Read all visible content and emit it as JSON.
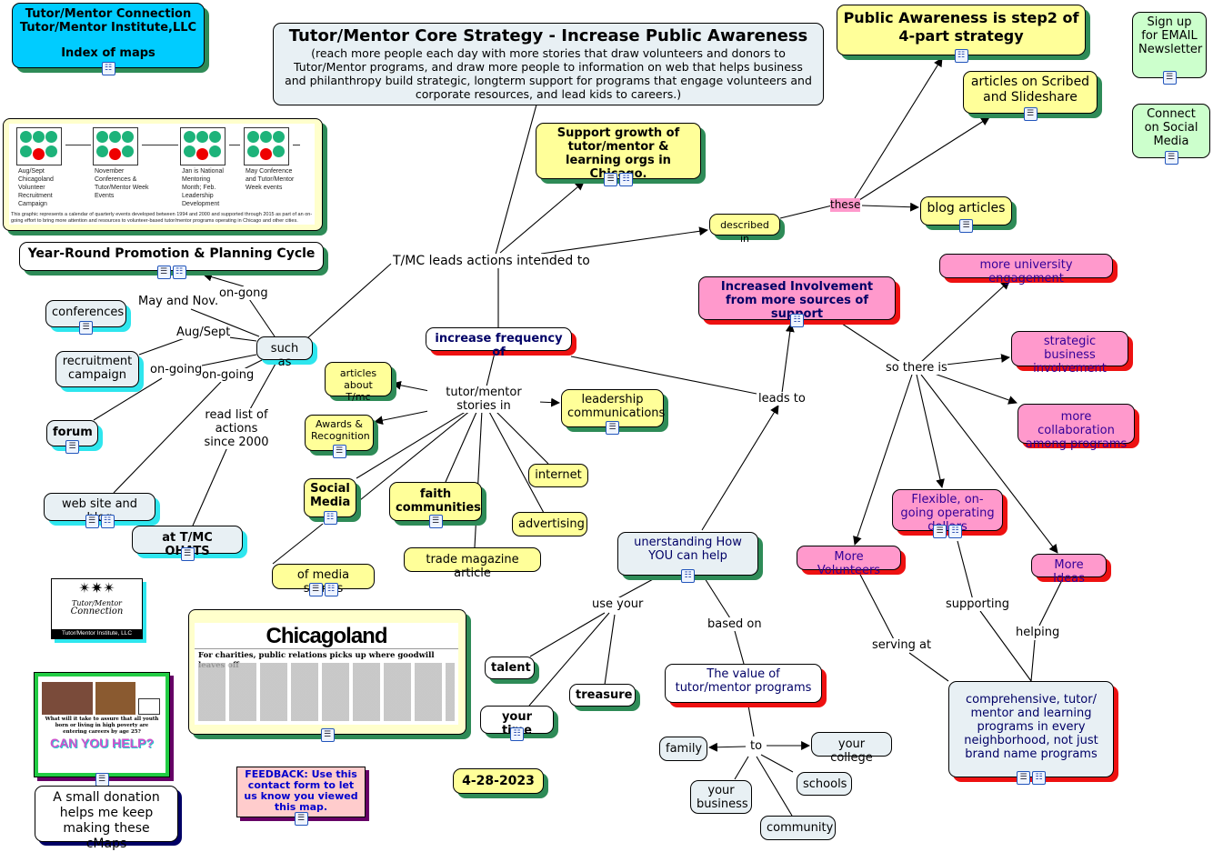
{
  "title_node": {
    "heading": "Tutor/Mentor Core Strategy - Increase Public Awareness",
    "subtitle": "(reach more people each day with more stories that draw volunteers and donors to Tutor/Mentor programs, and draw more people to information on web that helps business and philanthropy build strategic, longterm support for programs that engage volunteers and corporate resources, and lead kids to careers.)"
  },
  "index_node": {
    "line1": "Tutor/Mentor Connection",
    "line2": "Tutor/Mentor Institute,LLC",
    "line3": "Index of maps"
  },
  "cycle_graphic": {
    "steps": [
      "Aug/Sept Chicagoland Volunteer Recruitment Campaign",
      "November Conferences & Tutor/Mentor Week Events",
      "Jan is National Mentoring Month; Feb. Leadership Development",
      "May Conference and Tutor/Mentor Week events"
    ],
    "note": "This graphic represents a calendar of quarterly events developed between 1994 and 2000 and supported through 2015 as part of an on-going effort to bring more attention and resources to volunteer-based tutor/mentor programs operating in Chicago and other cities."
  },
  "nodes": {
    "year_round": "Year-Round Promotion & Planning Cycle",
    "conferences": "conferences",
    "recruitment": "recruitment campaign",
    "forum": "forum",
    "web_site": "web site and blog",
    "ohats": "at T/MC OHATS",
    "such_as": "such as",
    "support_growth": "Support growth of tutor/mentor & learning orgs in Chicago.",
    "described_in": "described in",
    "public_awareness": "Public Awareness is step2 of 4-part strategy",
    "scribed": "articles on Scribed and Slideshare",
    "blog_articles": "blog articles",
    "newsletter": "Sign up for EMAIL Newsletter",
    "social_connect": "Connect on Social Media",
    "increase_freq": "increase frequency of",
    "articles_about": "articles about T/mc",
    "awards": "Awards & Recognition",
    "social_media": "Social Media",
    "faith": "faith communities",
    "trade": "trade magazine article",
    "media_stories": "of media stories",
    "leadership": "leadership communications",
    "internet": "internet",
    "advertising": "advertising",
    "increased_involvement": "Increased Involvement from more sources of support",
    "university": "more university engagement",
    "strategic_business": "strategic business involvement",
    "collaboration": "more collaboration among programs",
    "flexible": "Flexible, on-going operating dollars",
    "volunteers": "More Volunteers",
    "ideas": "More Ideas",
    "comprehensive": "comprehensive, tutor/ mentor and learning programs in every neighborhood, not just brand name programs",
    "understanding": "unerstanding How YOU can help",
    "talent": "talent",
    "your_time": "your time",
    "treasure": "treasure",
    "value": "The value of tutor/mentor programs",
    "family": "family",
    "your_college": "your college",
    "schools": "schools",
    "your_business": "your business",
    "community": "community",
    "date": "4-28-2023",
    "feedback": "FEEDBACK: Use this contact form to let us know you viewed this map.",
    "donation": "A small donation helps me keep making these cMaps"
  },
  "link_labels": {
    "tmc_leads": "T/MC leads actions intended to",
    "these": "these",
    "on_gong": "on-gong",
    "may_nov": "May and Nov.",
    "aug_sept": "Aug/Sept",
    "on_going_1": "on-going",
    "on_going_2": "on-going",
    "read_list": "read list of actions since 2000",
    "stories_in": "tutor/mentor stories in",
    "leads_to": "leads to",
    "so_there_is": "so there is",
    "use_your": "use your",
    "based_on": "based on",
    "to": "to",
    "serving_at": "serving at",
    "supporting": "supporting",
    "helping": "helping"
  },
  "images": {
    "logo_line1": "Tutor/Mentor",
    "logo_line2": "Connection",
    "logo_footer": "Tutor/Mentor Institute, LLC",
    "newspaper_masthead": "Chicagoland",
    "newspaper_headline": "For charities, public relations picks up where goodwill leaves off",
    "poster_question": "What will it take to assure that all youth born or living in high poverty are entering careers by age 25?",
    "poster_cta": "CAN YOU HELP?"
  },
  "colors": {
    "yellow_node": "#ffff99",
    "pink_node": "#ff99cc",
    "blue_index": "#00ccff",
    "green_node": "#ccffcc",
    "feedback_bg": "#ffcccc"
  }
}
